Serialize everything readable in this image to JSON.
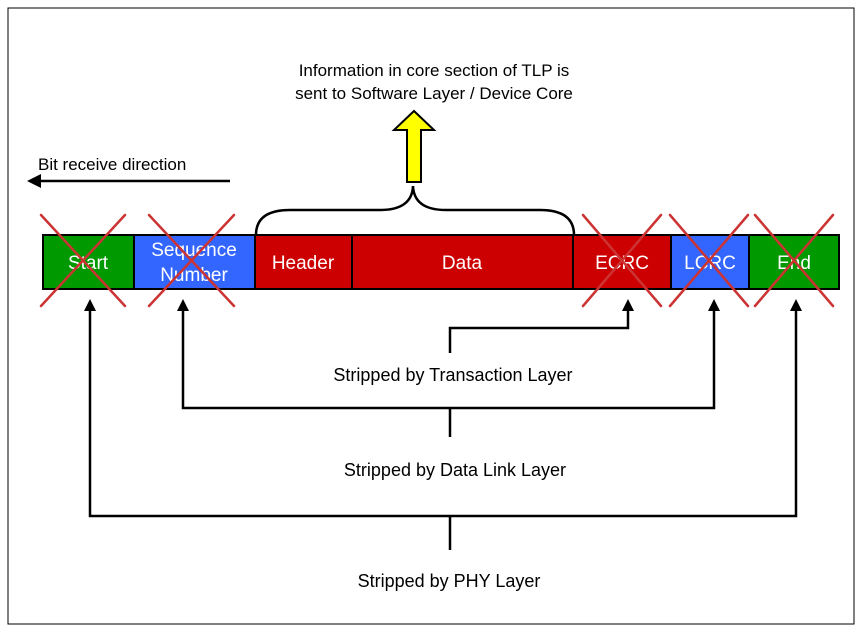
{
  "caption": {
    "line1": "Information in core section of TLP is",
    "line2": "sent to Software Layer / Device Core"
  },
  "direction_label": "Bit receive direction",
  "segments": [
    {
      "id": "start",
      "lines": [
        "Start"
      ],
      "color": "#009900",
      "stripped": true
    },
    {
      "id": "sequence-number",
      "lines": [
        "Sequence",
        "Number"
      ],
      "color": "#3366ff",
      "stripped": true
    },
    {
      "id": "header",
      "lines": [
        "Header"
      ],
      "color": "#cc0000",
      "stripped": false
    },
    {
      "id": "data",
      "lines": [
        "Data"
      ],
      "color": "#cc0000",
      "stripped": false
    },
    {
      "id": "ecrc",
      "lines": [
        "ECRC"
      ],
      "color": "#cc0000",
      "stripped": true
    },
    {
      "id": "lcrc",
      "lines": [
        "LCRC"
      ],
      "color": "#3366ff",
      "stripped": true
    },
    {
      "id": "end",
      "lines": [
        "End"
      ],
      "color": "#009900",
      "stripped": true
    }
  ],
  "strip_labels": {
    "transaction": "Stripped by Transaction Layer",
    "data_link": "Stripped by Data Link Layer",
    "phy": "Stripped by PHY Layer"
  },
  "colors": {
    "arrow_fill": "#ffff00",
    "cross": "#cc3333",
    "outline": "#000000"
  }
}
